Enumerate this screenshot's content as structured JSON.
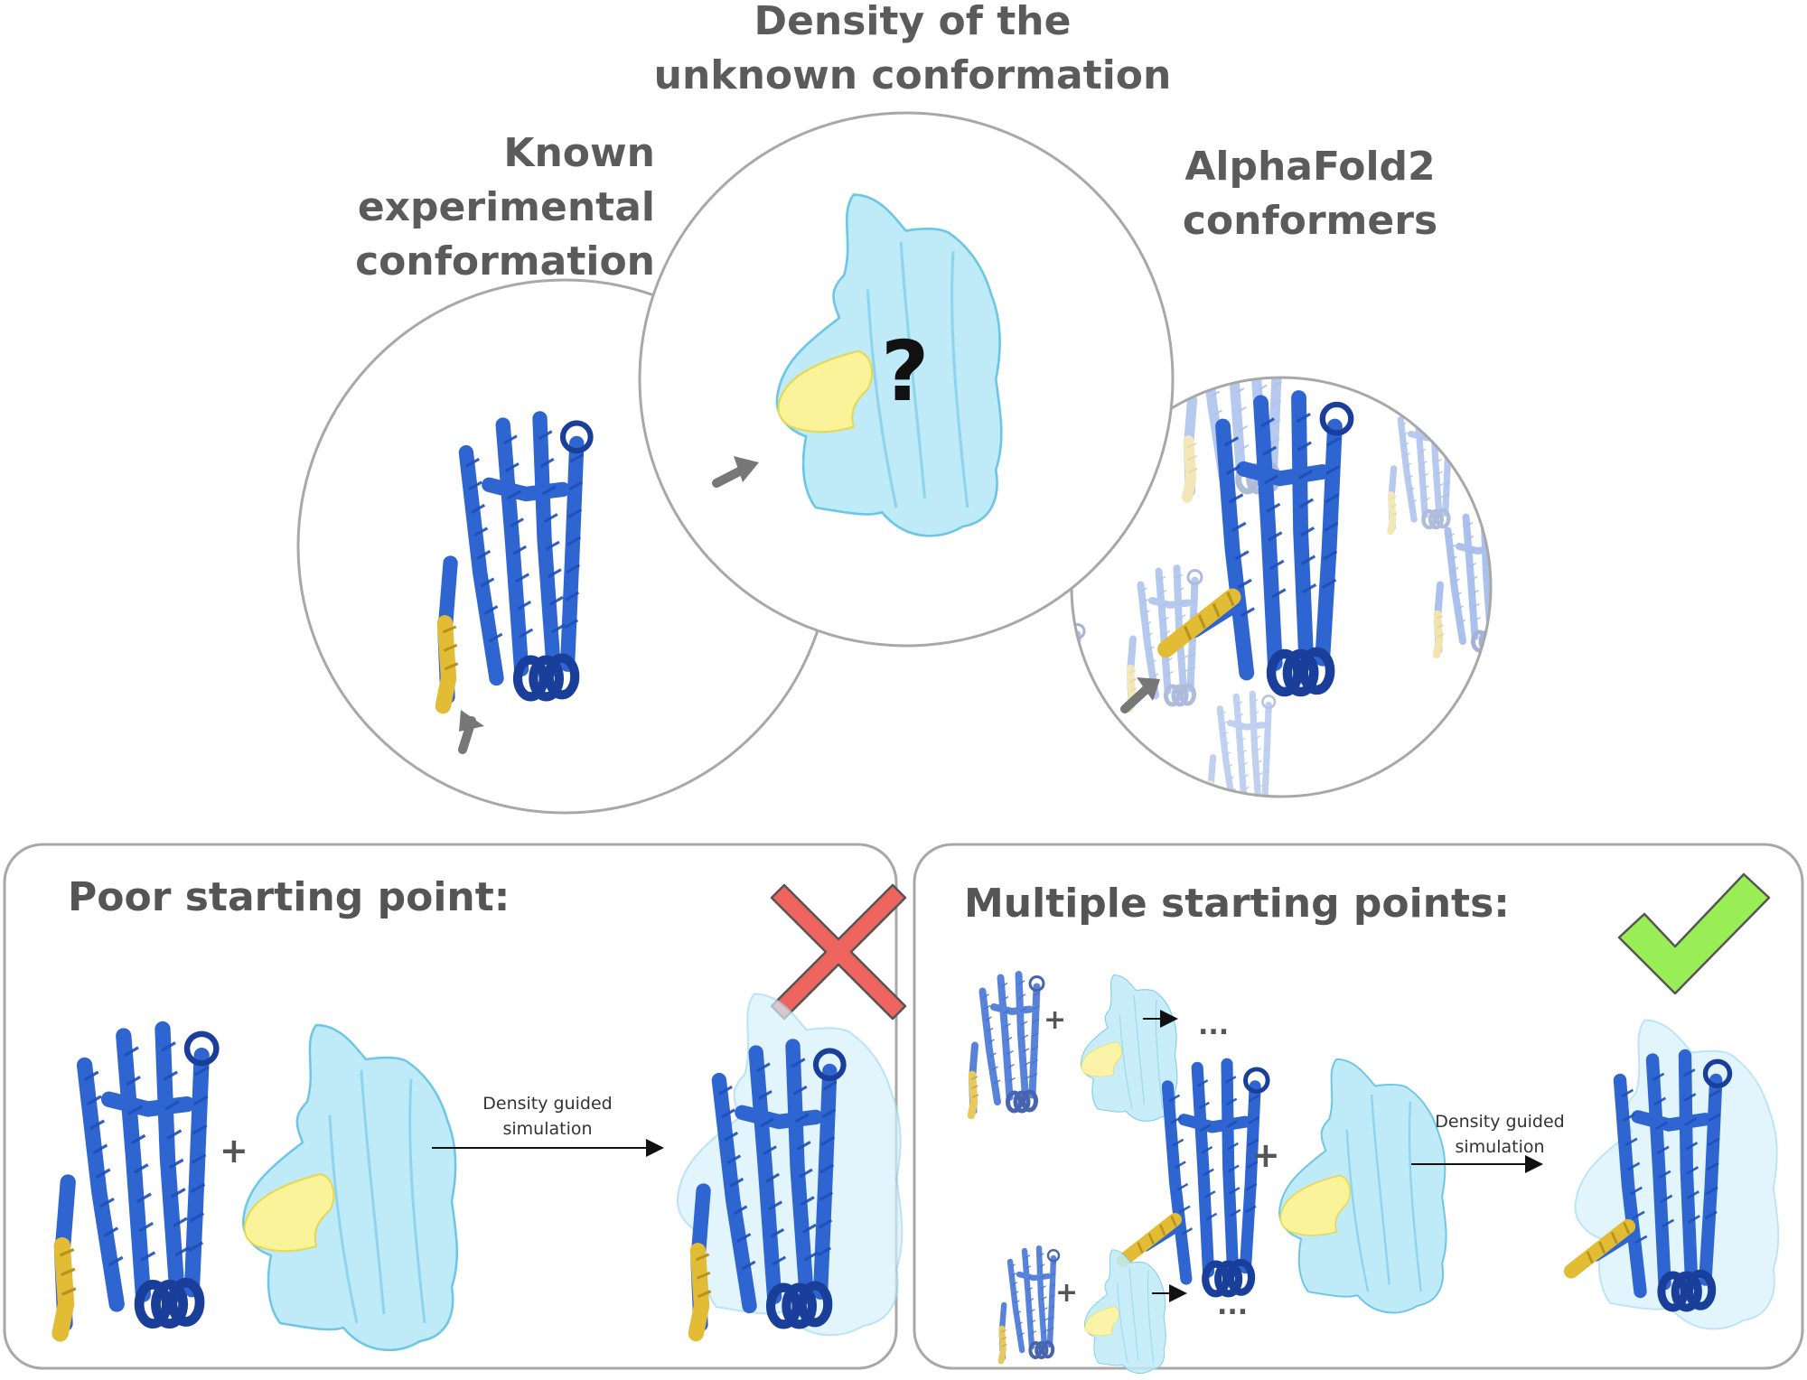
{
  "titles": {
    "density_line1": "Density of the",
    "density_line2": "unknown conformation",
    "known_line1": "Known",
    "known_line2": "experimental",
    "known_line3": "conformation",
    "alphafold_line1": "AlphaFold2",
    "alphafold_line2": "conformers"
  },
  "question_mark": "?",
  "panels": {
    "left": {
      "title": "Poor starting point:",
      "plus": "+",
      "arrow_label_line1": "Density guided",
      "arrow_label_line2": "simulation",
      "status_icon": "cross-icon"
    },
    "right": {
      "title": "Multiple starting points:",
      "plus": "+",
      "ellipsis": "...",
      "arrow_label_line1": "Density guided",
      "arrow_label_line2": "simulation",
      "status_icon": "check-icon"
    }
  },
  "colors": {
    "protein_blue": "#2f65d1",
    "protein_dark": "#1a3f9a",
    "highlight_yellow": "#e8c23a",
    "density_cyan": "#bfeaf8",
    "density_yellow": "#fbf39a",
    "cross_red": "#ee6560",
    "check_green": "#99ee55",
    "title_gray": "#5b5b5b",
    "circle_gray": "#a8a8a8"
  }
}
